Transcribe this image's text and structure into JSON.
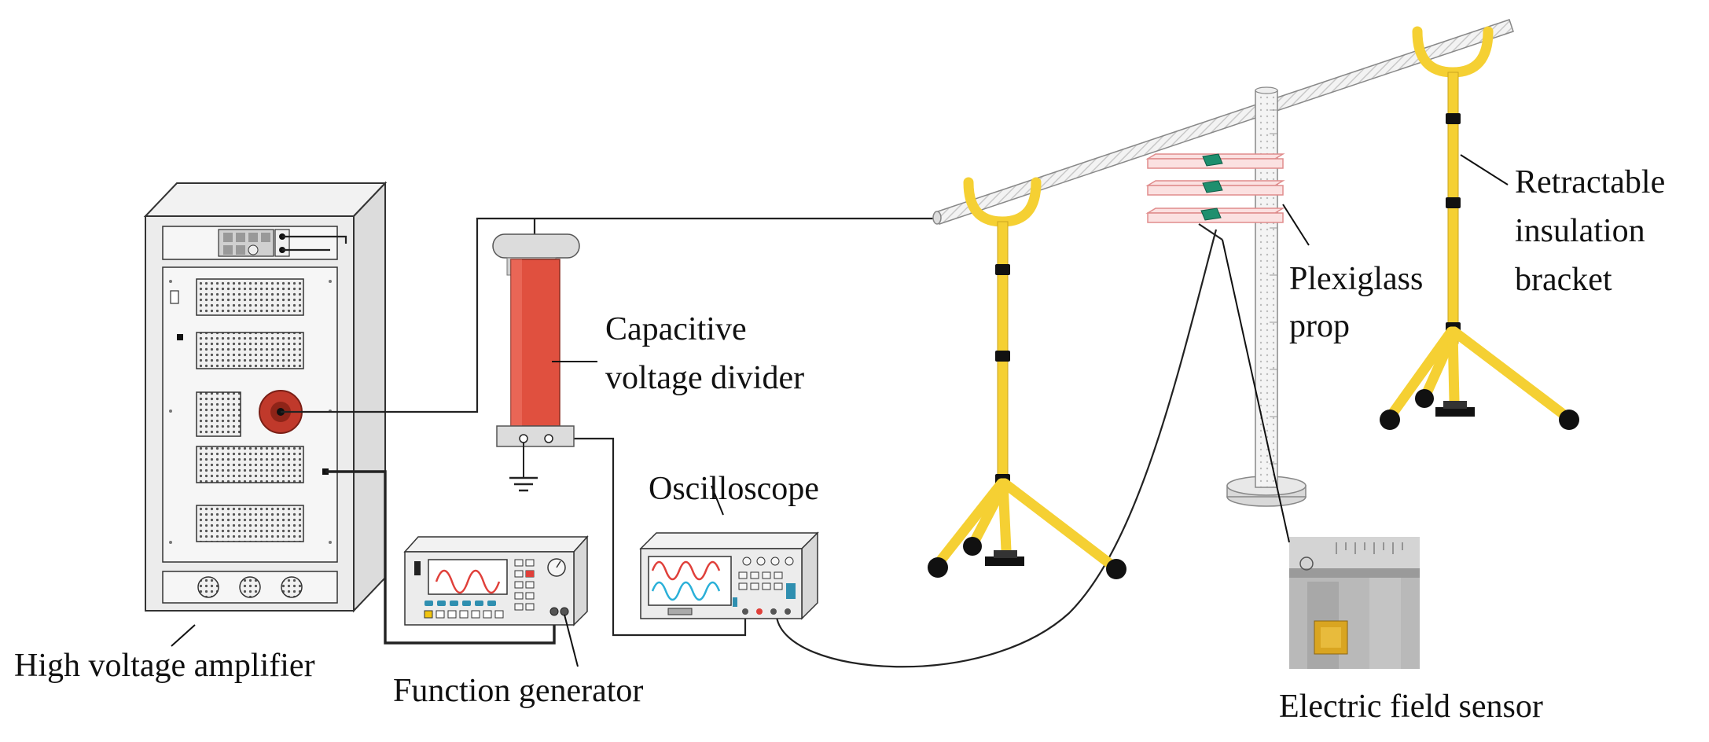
{
  "labels": {
    "high_voltage_amplifier": "High voltage amplifier",
    "function_generator": "Function generator",
    "capacitive_voltage_divider_1": "Capacitive",
    "capacitive_voltage_divider_2": "voltage divider",
    "oscilloscope": "Oscilloscope",
    "plexiglass_prop_1": "Plexiglass",
    "plexiglass_prop_2": "prop",
    "retractable_bracket_1": "Retractable",
    "retractable_bracket_2": "insulation",
    "retractable_bracket_3": "bracket",
    "electric_field_sensor": "Electric field sensor"
  },
  "colors": {
    "divider_body": "#e0503f",
    "bracket_yellow": "#f5d033",
    "sensor_green": "#1e8f6e",
    "wave_red": "#e0403a",
    "wave_cyan": "#2ab0d8",
    "knob_red": "#c0392b"
  }
}
